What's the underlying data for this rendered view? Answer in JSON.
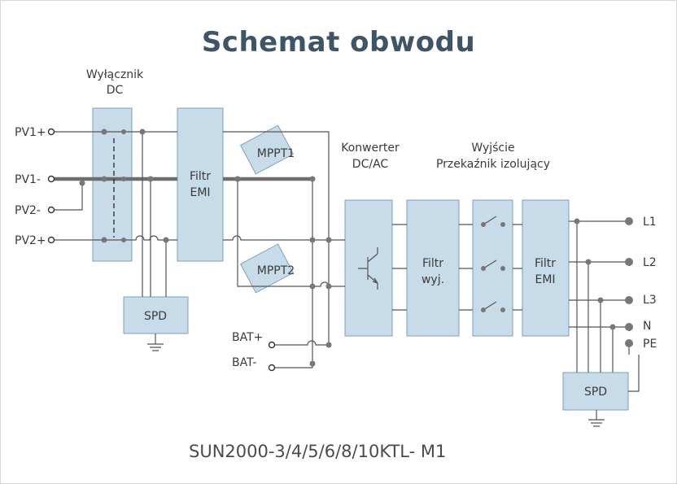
{
  "title": "Schemat obwodu",
  "subtitle": "SUN2000-3/4/5/6/8/10KTL- M1",
  "dc_switch": {
    "line1": "Wyłącznik",
    "line2": "DC"
  },
  "inputs": [
    "PV1+",
    "PV1-",
    "PV2-",
    "PV2+"
  ],
  "battery": [
    "BAT+",
    "BAT-"
  ],
  "filter_emi_in": {
    "line1": "Filtr",
    "line2": "EMI"
  },
  "mppt1": "MPPT1",
  "mppt2": "MPPT2",
  "converter": {
    "line1": "Konwerter",
    "line2": "DC/AC"
  },
  "filter_out": {
    "line1": "Filtr",
    "line2": "wyj."
  },
  "relay": {
    "line1": "Wyjście",
    "line2": "Przekaźnik izolujący"
  },
  "filter_emi_out": {
    "line1": "Filtr",
    "line2": "EMI"
  },
  "outputs": [
    "L1",
    "L2",
    "L3",
    "N",
    "PE"
  ],
  "spd_left": "SPD",
  "spd_right": "SPD",
  "colors": {
    "block_fill": "#c8dbe8",
    "block_stroke": "#7aa0bd",
    "title": "#3e5566"
  }
}
